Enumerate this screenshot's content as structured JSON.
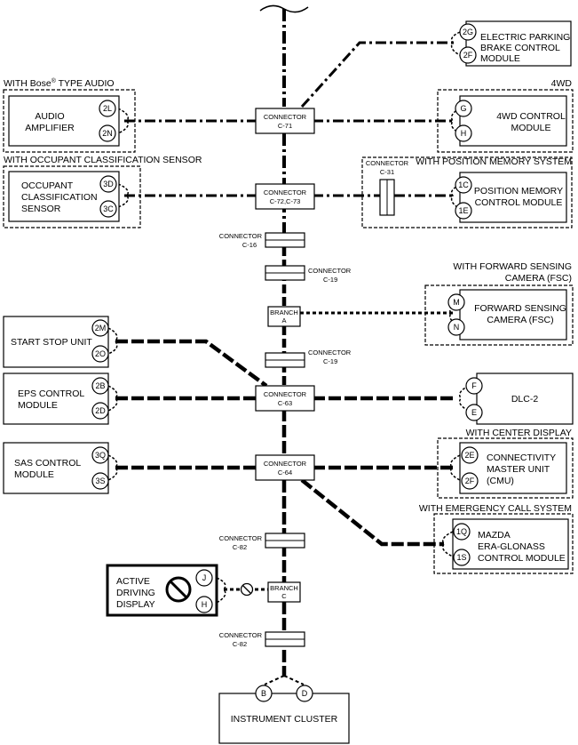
{
  "modules": {
    "epb": {
      "lines": [
        "ELECTRIC PARKING",
        "BRAKE CONTROL",
        "MODULE"
      ],
      "pins": [
        "2G",
        "2F"
      ]
    },
    "audio": {
      "lines": [
        "AUDIO",
        "AMPLIFIER"
      ],
      "pins": [
        "2L",
        "2N"
      ]
    },
    "awd": {
      "lines": [
        "4WD CONTROL",
        "MODULE"
      ],
      "pins": [
        "G",
        "H"
      ]
    },
    "occupant": {
      "lines": [
        "OCCUPANT",
        "CLASSIFICATION",
        "SENSOR"
      ],
      "pins": [
        "3D",
        "3C"
      ]
    },
    "posmem": {
      "lines": [
        "POSITION MEMORY",
        "CONTROL MODULE"
      ],
      "pins": [
        "1C",
        "1E"
      ]
    },
    "fsc": {
      "lines": [
        "FORWARD SENSING",
        "CAMERA (FSC)"
      ],
      "pins": [
        "M",
        "N"
      ]
    },
    "startstop": {
      "lines": [
        "START STOP UNIT"
      ],
      "pins": [
        "2M",
        "2O"
      ]
    },
    "eps": {
      "lines": [
        "EPS CONTROL",
        "MODULE"
      ],
      "pins": [
        "2B",
        "2D"
      ]
    },
    "dlc": {
      "lines": [
        "DLC-2"
      ],
      "pins": [
        "F",
        "E"
      ]
    },
    "sas": {
      "lines": [
        "SAS CONTROL",
        "MODULE"
      ],
      "pins": [
        "3Q",
        "3S"
      ]
    },
    "cmu": {
      "lines": [
        "CONNECTIVITY",
        "MASTER UNIT",
        "(CMU)"
      ],
      "pins": [
        "2E",
        "2F"
      ]
    },
    "era": {
      "lines": [
        "MAZDA",
        "ERA-GLONASS",
        "CONTROL MODULE"
      ],
      "pins": [
        "1Q",
        "1S"
      ]
    },
    "add": {
      "lines": [
        "ACTIVE",
        "DRIVING",
        "DISPLAY"
      ],
      "pins": [
        "J",
        "H"
      ]
    },
    "cluster": {
      "lines": [
        "INSTRUMENT CLUSTER"
      ],
      "pins": [
        "B",
        "D"
      ]
    }
  },
  "groups": {
    "bose_pre": "WITH Bose",
    "bose_reg": "®",
    "bose_post": " TYPE AUDIO",
    "awd": "4WD",
    "occupant": "WITH OCCUPANT CLASSIFICATION SENSOR",
    "posmem": "WITH POSITION MEMORY SYSTEM",
    "fsc": [
      "WITH FORWARD SENSING",
      "CAMERA (FSC)"
    ],
    "center": "WITH CENTER DISPLAY",
    "emergency": "WITH EMERGENCY CALL SYSTEM"
  },
  "connectors": {
    "c71": [
      "CONNECTOR",
      "C-71"
    ],
    "c7273": [
      "CONNECTOR",
      "C-72,C-73"
    ],
    "c31": [
      "CONNECTOR",
      "C-31"
    ],
    "c16": [
      "CONNECTOR",
      "C-16"
    ],
    "c19a": [
      "CONNECTOR",
      "C-19"
    ],
    "branchA": [
      "BRANCH",
      "A"
    ],
    "c19b": [
      "CONNECTOR",
      "C-19"
    ],
    "c63": [
      "CONNECTOR",
      "C-63"
    ],
    "c64": [
      "CONNECTOR",
      "C-64"
    ],
    "c82a": [
      "CONNECTOR",
      "C-82"
    ],
    "branchC": [
      "BRANCH",
      "C"
    ],
    "c82b": [
      "CONNECTOR",
      "C-82"
    ]
  },
  "icons": [
    "prohibited-icon",
    "prohibited-small-icon",
    "break-mark-icon"
  ]
}
